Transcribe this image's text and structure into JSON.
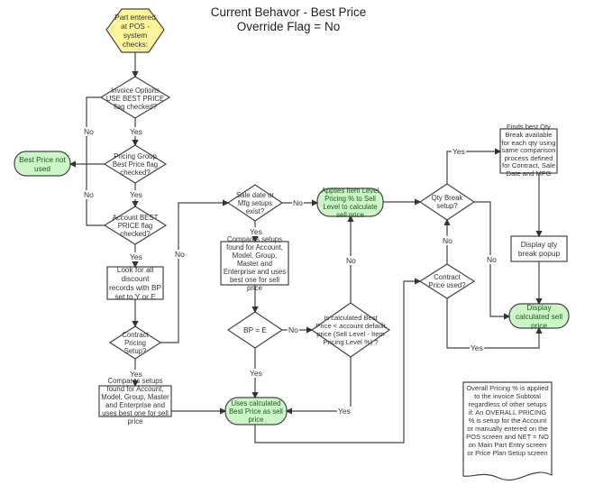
{
  "title": {
    "line1": "Current Behavor - Best Price",
    "line2": "Override Flag = No"
  },
  "colors": {
    "start_fill": "#fcf59a",
    "terminal_fill": "#ccf5c8",
    "stroke": "#444444"
  },
  "nodes": {
    "start": "Part entered at POS - system checks:",
    "invoice_options": "Invoice Options USE BEST PRICE flag checked?",
    "pricing_group": "Pricing Group Best Price flag checked?",
    "best_price_not_used": "Best Price not used",
    "account_best_price": "Account BEST PRICE flag checked?",
    "look_for_records": "Look for all discount records with BP set to Y or E",
    "contract_pricing": "Contract Pricing Setup?",
    "compares_setups_left": "Compares setups found for Account, Model, Group, Master and Enterprise and uses best one for sell price",
    "sale_date_mfg": "Sale date or Mfg setups exist?",
    "compares_setups_mid": "Compares setups found for Account, Model, Group, Master and Enterprise and uses best one for sell price",
    "bp_equals_e": "BP = E",
    "uses_calculated": "Uses calculated Best Price as sell price",
    "applies_item_level": "Applies Item Level Pricing % to Sell Level to calculate sell price",
    "is_calculated_less": "Is calculated Best Price < account default price (Sell Level - Item Pricing Level %) ?",
    "qty_break_setup": "Qty Break setup?",
    "contract_price_used": "Contract Price used?",
    "finds_best_qty": "Finds best Qty Break available for each qty using same comparison process defined for Contract, Sale Date and MFG",
    "display_qty_popup": "Display qty break popup",
    "display_sell_price": "Display calculated sell price",
    "overall_pricing_note": "Overall Pricing % is applied to the invoice Subtotal regardless of other setups if: An OVERALL PRICING % is setup for the Account or manually entered on the POS screen and NET = NO on Main Part Entry screen or Price Plan Setup screen"
  },
  "edge_labels": {
    "yes": "Yes",
    "no": "No"
  }
}
